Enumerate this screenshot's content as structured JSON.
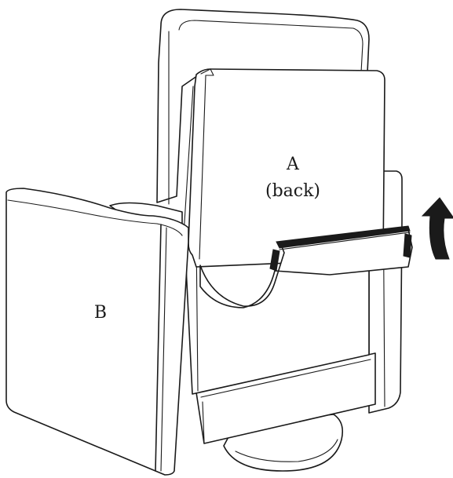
{
  "diagram": {
    "labels": {
      "a_letter": "A",
      "a_sub": "(back)",
      "b_letter": "B"
    },
    "arrow_direction": "up",
    "colors": {
      "line": "#1a1a1a",
      "background": "#ffffff"
    }
  }
}
